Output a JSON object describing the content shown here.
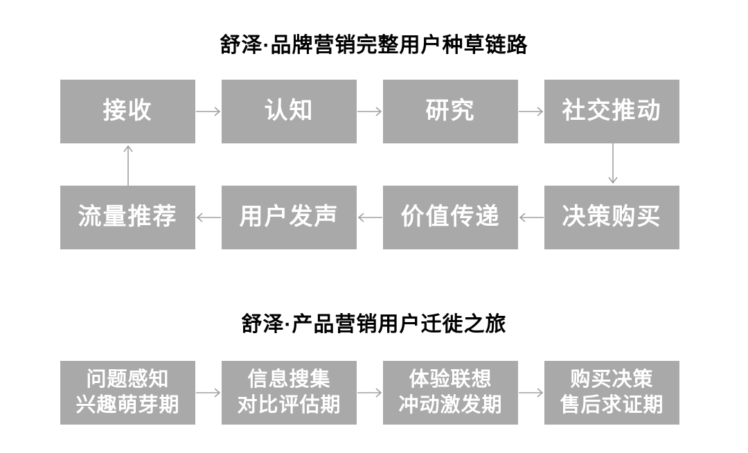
{
  "colors": {
    "background": "#ffffff",
    "box_fill": "#a9a9a9",
    "box_text": "#ffffff",
    "arrow": "#a0a0a0",
    "title_text": "#000000"
  },
  "diagram1": {
    "title": "舒泽·品牌营销完整用户种草链路",
    "row1": [
      "接收",
      "认知",
      "研究",
      "社交推动"
    ],
    "row2": [
      "流量推荐",
      "用户发声",
      "价值传递",
      "决策购买"
    ]
  },
  "diagram2": {
    "title": "舒泽·产品营销用户迁徙之旅",
    "stages": [
      {
        "line1": "问题感知",
        "line2": "兴趣萌芽期"
      },
      {
        "line1": "信息搜集",
        "line2": "对比评估期"
      },
      {
        "line1": "体验联想",
        "line2": "冲动激发期"
      },
      {
        "line1": "购买决策",
        "line2": "售后求证期"
      }
    ]
  }
}
